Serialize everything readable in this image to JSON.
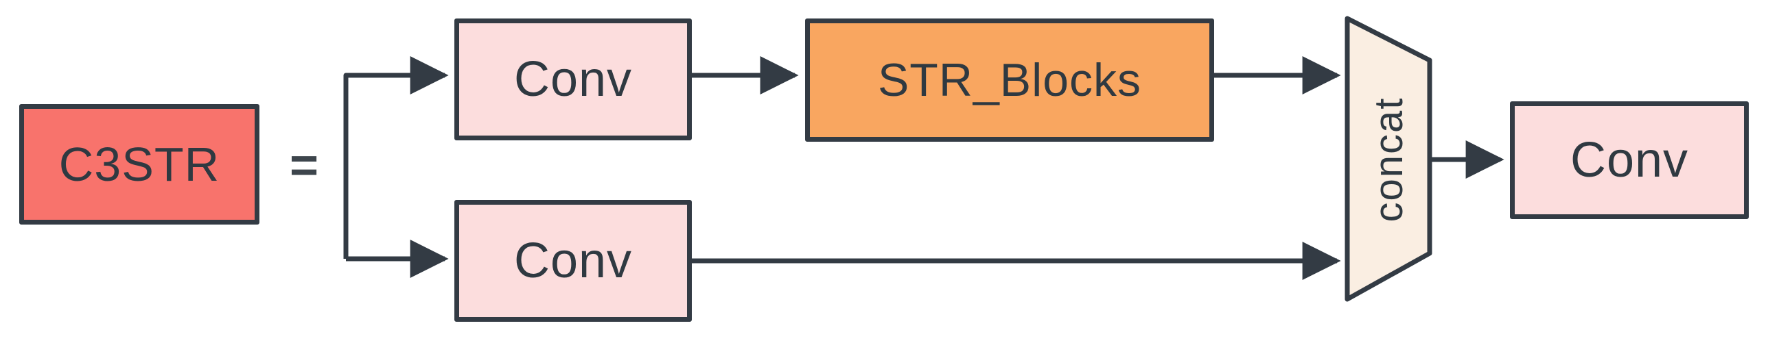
{
  "diagram": {
    "equation": {
      "lhs_label": "C3STR",
      "operator": "="
    },
    "nodes": {
      "conv_top": "Conv",
      "str_blocks": "STR_Blocks",
      "conv_bottom": "Conv",
      "concat": "concat",
      "conv_out": "Conv"
    },
    "colors": {
      "lhs_fill": "#f8736c",
      "conv_fill": "#fcdddd",
      "str_blocks_fill": "#f9a660",
      "concat_fill": "#faeee2",
      "stroke": "#333b44",
      "text": "#2f3941",
      "background": "#ffffff"
    }
  }
}
